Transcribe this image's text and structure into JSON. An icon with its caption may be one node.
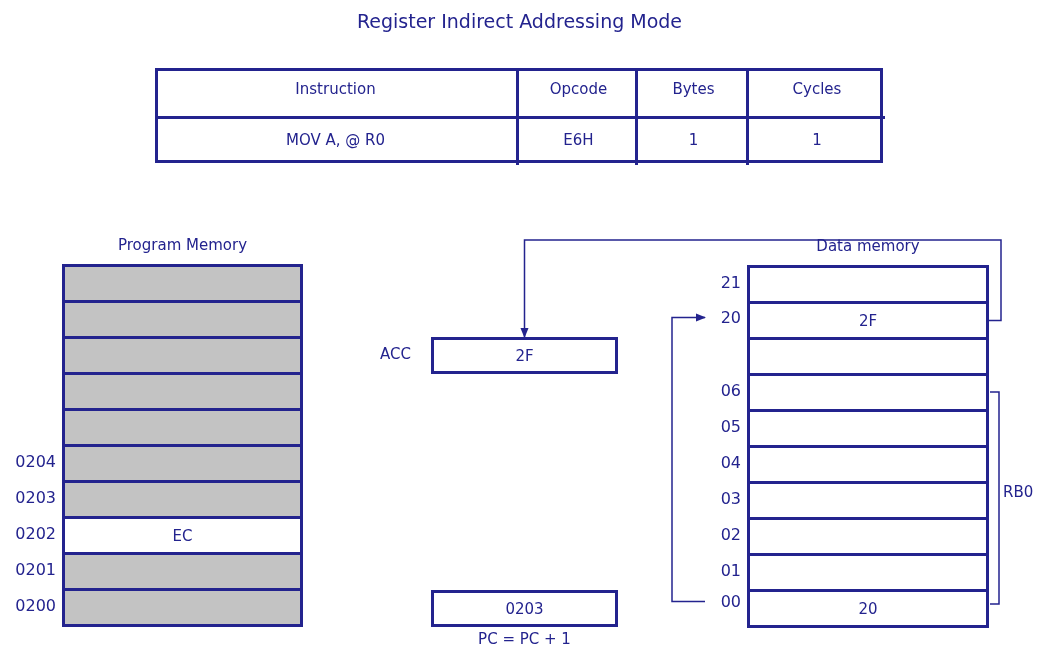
{
  "diagram": {
    "title": "Register Indirect Addressing Mode",
    "nodes": [
      {
        "text": [
          "Program Memory"
        ]
      },
      {
        "text": [],
        "shape": "box",
        "in": 0
      },
      {
        "text": [],
        "shape": "box",
        "in": 0
      },
      {
        "text": [],
        "shape": "box",
        "in": 0
      },
      {
        "text": [],
        "shape": "box",
        "in": 0
      },
      {
        "text": [],
        "shape": "box",
        "in": 0
      },
      {
        "text": [],
        "shape": "box",
        "in": 0,
        "beside": [
          "0204"
        ]
      },
      {
        "text": [],
        "shape": "box",
        "in": 0,
        "beside": [
          "0203"
        ]
      },
      {
        "text": [
          "EC"
        ],
        "in": 0,
        "beside": [
          "0202"
        ]
      },
      {
        "text": [],
        "shape": "box",
        "in": 0,
        "beside": [
          "0201"
        ]
      },
      {
        "text": [],
        "shape": "box",
        "in": 0,
        "beside": [
          "0200"
        ]
      },
      {
        "text": [
          "2F"
        ],
        "beside": [
          "ACC"
        ]
      },
      {
        "text": [
          "0203"
        ],
        "beside": [
          "PC = PC + 1"
        ]
      },
      {
        "text": [
          "Data memory"
        ]
      },
      {
        "text": [],
        "shape": "box",
        "in": 13,
        "beside": [
          "21"
        ]
      },
      {
        "text": [
          "2F"
        ],
        "in": 13
      },
      {
        "text": [],
        "shape": "box",
        "in": 13
      },
      {
        "text": [],
        "shape": "box",
        "in": 13,
        "beside": [
          "06"
        ]
      },
      {
        "text": [],
        "shape": "box",
        "in": 13,
        "beside": [
          "05"
        ]
      },
      {
        "text": [],
        "shape": "box",
        "in": 13,
        "beside": [
          "04"
        ]
      },
      {
        "text": [],
        "shape": "box",
        "in": 13,
        "beside": [
          "03"
        ]
      },
      {
        "text": [],
        "shape": "box",
        "in": 13,
        "beside": [
          "02"
        ]
      },
      {
        "text": [],
        "shape": "box",
        "in": 13,
        "beside": [
          "01"
        ]
      },
      {
        "text": [
          "20"
        ],
        "in": 13
      },
      {
        "text": [
          "20"
        ]
      },
      {
        "text": [
          "00"
        ]
      }
    ],
    "edges": [
      {
        "from": 15,
        "to": 11,
        "arrow": "to"
      },
      {
        "from": 25,
        "to": 24,
        "arrow": "to"
      }
    ],
    "labels": [
      "Instruction",
      "Opcode",
      "Bytes",
      "Cycles",
      "MOV A, @ R0",
      "E6H",
      "1",
      "1",
      "RB0"
    ]
  }
}
